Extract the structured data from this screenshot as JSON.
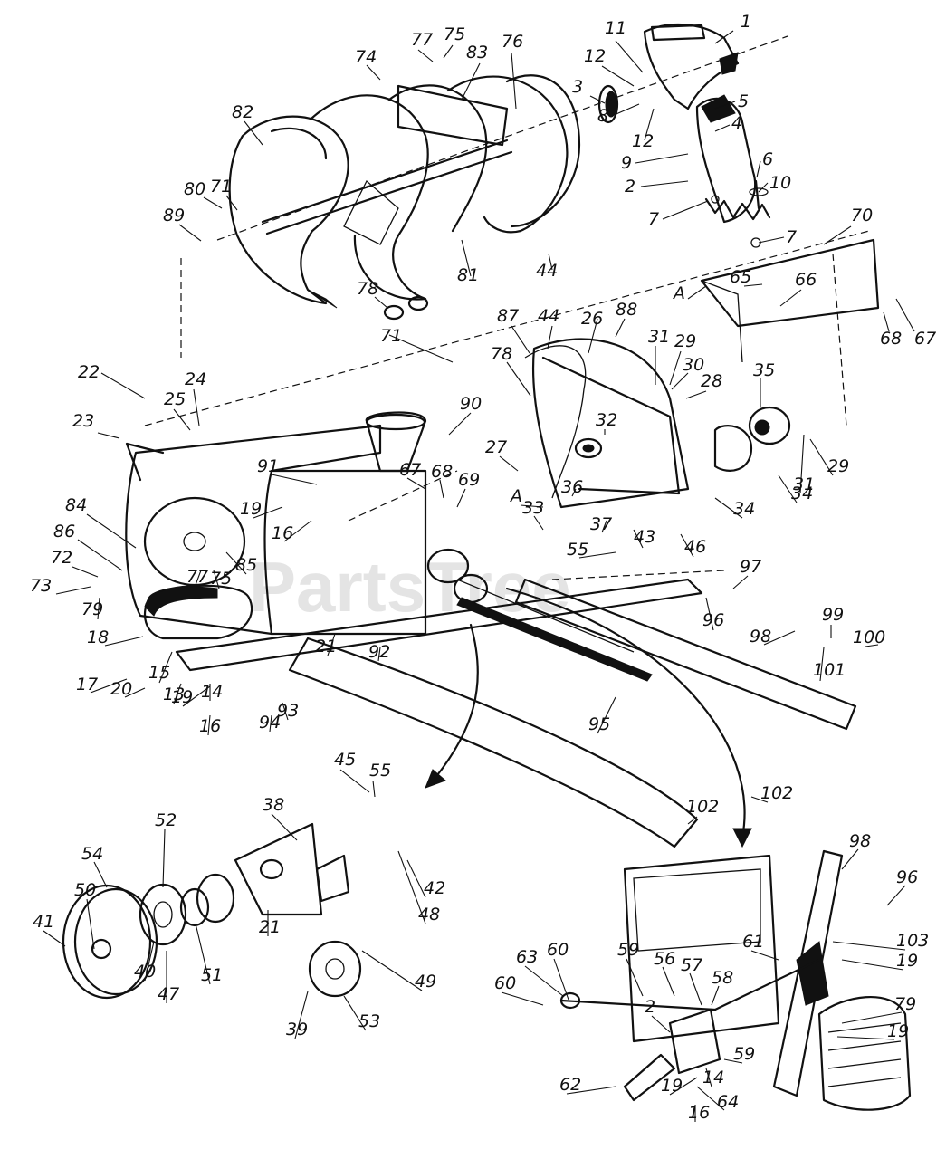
{
  "watermark": "PartsTree",
  "labels": [
    {
      "text": "1"
    },
    {
      "text": "11"
    },
    {
      "text": "12"
    },
    {
      "text": "3"
    },
    {
      "text": "8"
    },
    {
      "text": "12"
    },
    {
      "text": "5"
    },
    {
      "text": "4"
    },
    {
      "text": "9"
    },
    {
      "text": "2"
    },
    {
      "text": "6"
    },
    {
      "text": "10"
    },
    {
      "text": "7"
    },
    {
      "text": "7"
    },
    {
      "text": "70"
    },
    {
      "text": "74"
    },
    {
      "text": "77"
    },
    {
      "text": "75"
    },
    {
      "text": "83"
    },
    {
      "text": "76"
    },
    {
      "text": "82"
    },
    {
      "text": "80"
    },
    {
      "text": "71"
    },
    {
      "text": "89"
    },
    {
      "text": "81"
    },
    {
      "text": "78"
    },
    {
      "text": "44"
    },
    {
      "text": "65"
    },
    {
      "text": "66"
    },
    {
      "text": "A"
    },
    {
      "text": "68"
    },
    {
      "text": "67"
    },
    {
      "text": "71"
    },
    {
      "text": "87"
    },
    {
      "text": "44"
    },
    {
      "text": "26"
    },
    {
      "text": "88"
    },
    {
      "text": "31"
    },
    {
      "text": "29"
    },
    {
      "text": "30"
    },
    {
      "text": "28"
    },
    {
      "text": "35"
    },
    {
      "text": "22"
    },
    {
      "text": "24"
    },
    {
      "text": "25"
    },
    {
      "text": "78"
    },
    {
      "text": "90"
    },
    {
      "text": "23"
    },
    {
      "text": "32"
    },
    {
      "text": "27"
    },
    {
      "text": "29"
    },
    {
      "text": "31"
    },
    {
      "text": "34"
    },
    {
      "text": "34"
    },
    {
      "text": "91"
    },
    {
      "text": "67"
    },
    {
      "text": "68"
    },
    {
      "text": "69"
    },
    {
      "text": "A"
    },
    {
      "text": "36"
    },
    {
      "text": "33"
    },
    {
      "text": "37"
    },
    {
      "text": "43"
    },
    {
      "text": "46"
    },
    {
      "text": "19"
    },
    {
      "text": "16"
    },
    {
      "text": "84"
    },
    {
      "text": "86"
    },
    {
      "text": "72"
    },
    {
      "text": "73"
    },
    {
      "text": "79"
    },
    {
      "text": "77"
    },
    {
      "text": "75"
    },
    {
      "text": "85"
    },
    {
      "text": "55"
    },
    {
      "text": "97"
    },
    {
      "text": "96"
    },
    {
      "text": "99"
    },
    {
      "text": "98"
    },
    {
      "text": "100"
    },
    {
      "text": "101"
    },
    {
      "text": "18"
    },
    {
      "text": "15"
    },
    {
      "text": "17"
    },
    {
      "text": "20"
    },
    {
      "text": "13"
    },
    {
      "text": "14"
    },
    {
      "text": "21"
    },
    {
      "text": "92"
    },
    {
      "text": "19"
    },
    {
      "text": "16"
    },
    {
      "text": "94"
    },
    {
      "text": "93"
    },
    {
      "text": "95"
    },
    {
      "text": "102"
    },
    {
      "text": "45"
    },
    {
      "text": "55"
    },
    {
      "text": "38"
    },
    {
      "text": "102"
    },
    {
      "text": "52"
    },
    {
      "text": "54"
    },
    {
      "text": "42"
    },
    {
      "text": "48"
    },
    {
      "text": "50"
    },
    {
      "text": "41"
    },
    {
      "text": "21"
    },
    {
      "text": "40"
    },
    {
      "text": "47"
    },
    {
      "text": "51"
    },
    {
      "text": "49"
    },
    {
      "text": "39"
    },
    {
      "text": "53"
    },
    {
      "text": "98"
    },
    {
      "text": "96"
    },
    {
      "text": "60"
    },
    {
      "text": "63"
    },
    {
      "text": "59"
    },
    {
      "text": "56"
    },
    {
      "text": "57"
    },
    {
      "text": "58"
    },
    {
      "text": "61"
    },
    {
      "text": "103"
    },
    {
      "text": "19"
    },
    {
      "text": "60"
    },
    {
      "text": "2"
    },
    {
      "text": "79"
    },
    {
      "text": "19"
    },
    {
      "text": "59"
    },
    {
      "text": "62"
    },
    {
      "text": "19"
    },
    {
      "text": "14"
    },
    {
      "text": "64"
    },
    {
      "text": "16"
    }
  ]
}
